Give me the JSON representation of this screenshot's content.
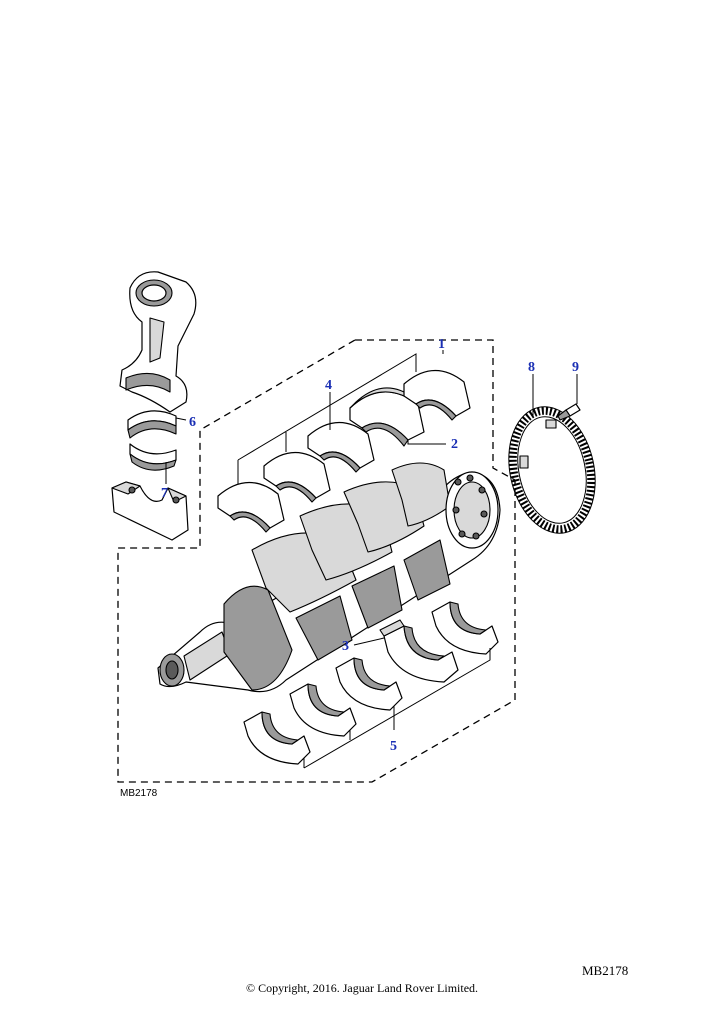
{
  "diagram": {
    "callouts": [
      "1",
      "2",
      "3",
      "4",
      "5",
      "6",
      "7",
      "8",
      "9"
    ],
    "diagram_code": "MB2178"
  },
  "footer": {
    "code": "MB2178",
    "copyright": "© Copyright, 2016. Jaguar Land Rover Limited."
  }
}
